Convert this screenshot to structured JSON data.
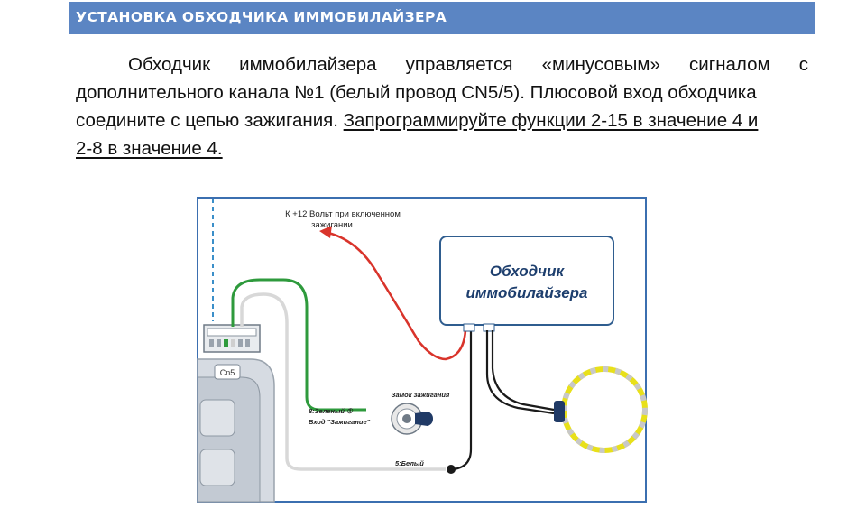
{
  "header": {
    "title": "УСТАНОВКА ОБХОДЧИКА ИММОБИЛАЙЗЕРА",
    "bg_color": "#5b85c3"
  },
  "paragraph": {
    "line1_words": [
      "Обходчик",
      "иммобилайзера",
      "управляется",
      "«минусовым»",
      "сигналом",
      "с"
    ],
    "line2": "дополнительного канала №1 (белый провод CN5/5). Плюсовой вход обходчика",
    "line3_plain": "соедините с цепью зажигания.",
    "line3_underlined": "Запрограммируйте  функции 2-15 в значение 4 и",
    "line4_underlined": "2-8 в значение 4."
  },
  "diagram": {
    "arrow_label_1": "К +12 Вольт при включенном",
    "arrow_label_2": "зажигании",
    "module_label_1": "Обходчик",
    "module_label_2": "иммобилайзера",
    "connector_label": "Cn5",
    "ignition_title": "Замок зажигания",
    "green_wire_label": "8:Зеленый",
    "green_wire_num": "①",
    "ignition_input_label": "Вход \"Зажигание\"",
    "white_wire_label": "5:Белый",
    "colors": {
      "border": "#3b6fb0",
      "red_wire": "#d9342b",
      "green_wire": "#2e9a3c",
      "white_wire": "#d8d8d8",
      "black_wire": "#1a1a1a",
      "antenna_ring": "#e8e01a",
      "antenna_dashes": "#c8c8c8",
      "dashed_line": "#3b8fc9"
    }
  }
}
